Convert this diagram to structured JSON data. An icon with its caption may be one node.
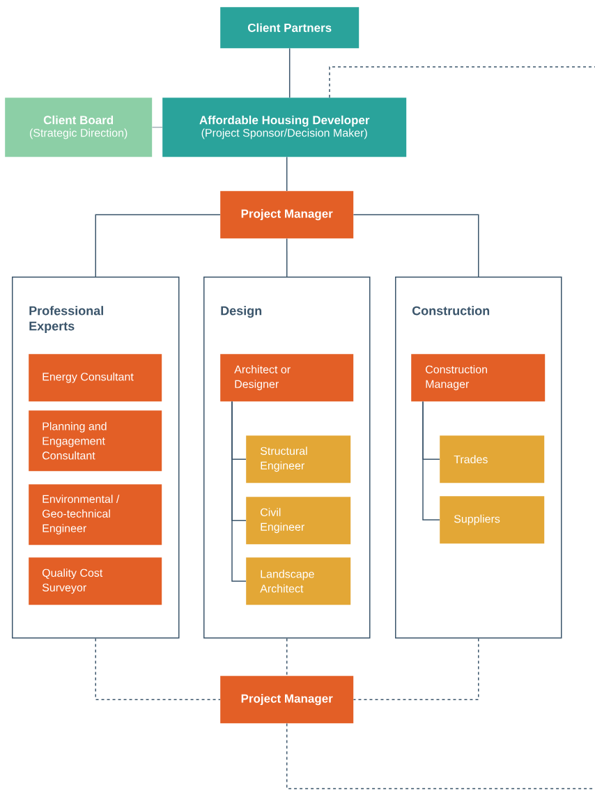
{
  "diagram": {
    "nodes": [
      {
        "text": [
          "Client Partners"
        ]
      },
      {
        "text": [
          "Client Board",
          "(Strategic Direction)"
        ]
      },
      {
        "text": [
          "Affordable Housing Developer",
          "(Project Sponsor/Decision Maker)"
        ]
      },
      {
        "text": [
          "Project Manager"
        ]
      },
      {
        "text": [
          "Professional Experts"
        ]
      },
      {
        "text": [
          "Energy Consultant"
        ],
        "in": 4
      },
      {
        "text": [
          "Planning and Engagement Consultant"
        ],
        "in": 4
      },
      {
        "text": [
          "Environmental / Geo-technical Engineer"
        ],
        "in": 4
      },
      {
        "text": [
          "Quality Cost Surveyor"
        ],
        "in": 4
      },
      {
        "text": [
          "Design"
        ]
      },
      {
        "text": [
          "Architect or Designer"
        ],
        "in": 9
      },
      {
        "text": [
          "Structural Engineer"
        ],
        "in": 9
      },
      {
        "text": [
          "Civil Engineer"
        ],
        "in": 9
      },
      {
        "text": [
          "Landscape Architect"
        ],
        "in": 9
      },
      {
        "text": [
          "Construction"
        ]
      },
      {
        "text": [
          "Construction Manager"
        ],
        "in": 14
      },
      {
        "text": [
          "Trades"
        ],
        "in": 14
      },
      {
        "text": [
          "Suppliers"
        ],
        "in": 14
      },
      {
        "text": [
          "Project Manager"
        ]
      }
    ],
    "edges": [
      {
        "from": 0,
        "to": 2,
        "arrow": "none"
      },
      {
        "from": 1,
        "to": 2,
        "arrow": "none",
        "color": "#a3b1b8"
      },
      {
        "from": 2,
        "to": 3,
        "arrow": "none"
      },
      {
        "from": 3,
        "to": 4,
        "arrow": "none"
      },
      {
        "from": 3,
        "to": 9,
        "arrow": "none"
      },
      {
        "from": 3,
        "to": 14,
        "arrow": "none"
      },
      {
        "from": 10,
        "to": 11,
        "arrow": "none"
      },
      {
        "from": 10,
        "to": 12,
        "arrow": "none"
      },
      {
        "from": 10,
        "to": 13,
        "arrow": "none"
      },
      {
        "from": 15,
        "to": 16,
        "arrow": "none"
      },
      {
        "from": 15,
        "to": 17,
        "arrow": "none"
      },
      {
        "from": 4,
        "to": 18,
        "arrow": "none",
        "style": "dashed"
      },
      {
        "from": 9,
        "to": 18,
        "arrow": "none",
        "style": "dashed"
      },
      {
        "from": 14,
        "to": 18,
        "arrow": "none",
        "style": "dashed"
      },
      {
        "from": 2,
        "to": null,
        "arrow": "none",
        "style": "dashed"
      },
      {
        "from": 18,
        "to": null,
        "arrow": "none",
        "style": "dashed"
      }
    ]
  }
}
